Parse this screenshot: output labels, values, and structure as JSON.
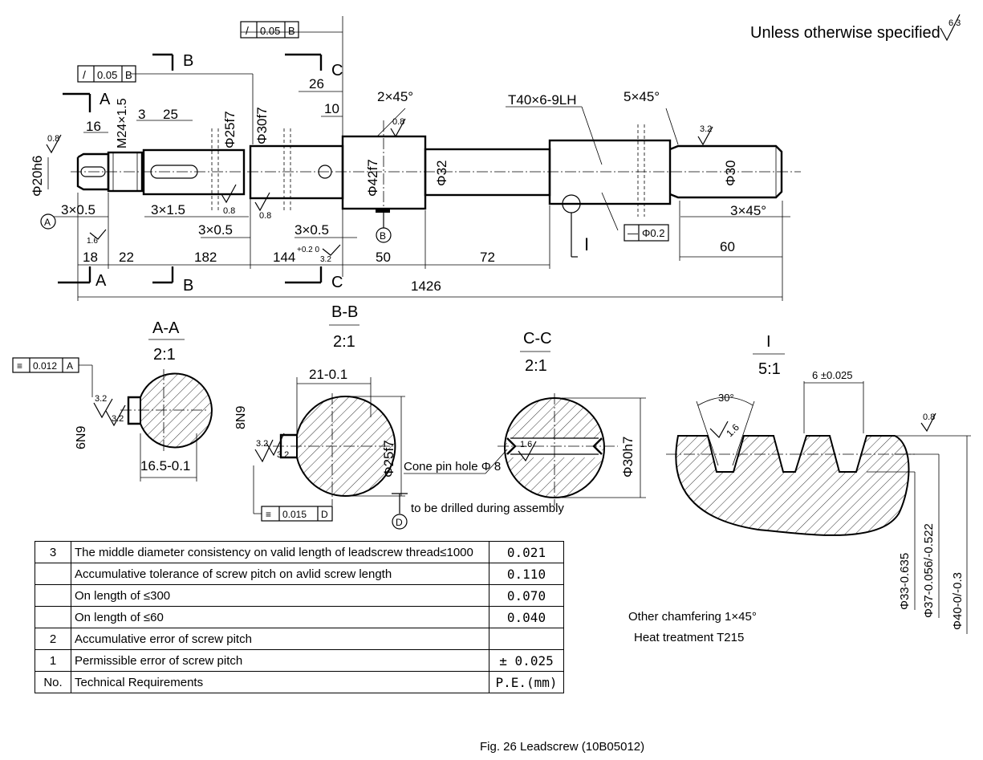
{
  "header_note": "Unless otherwise specified",
  "header_roughness": "6.3",
  "caption": "Fig. 26  Leadscrew (10B05012)",
  "main_view": {
    "datum_labels": [
      "A",
      "B"
    ],
    "section_marks": [
      "A",
      "B",
      "C"
    ],
    "detail_mark": "I",
    "tolerance_frames": [
      {
        "symbol": "/",
        "value": "0.05",
        "datum": "B"
      },
      {
        "symbol": "/",
        "value": "0.05",
        "datum": "B"
      },
      {
        "symbol": "—",
        "value": "Φ0.2",
        "datum": ""
      }
    ],
    "dimensions": {
      "d_20h6": "Φ20h6",
      "m24": "M24×1.5",
      "d_25f7": "Φ25f7",
      "d_30f7": "Φ30f7",
      "d_42f7": "Φ42f7",
      "d_32": "Φ32",
      "d_30": "Φ30",
      "thread": "T40×6-9LH",
      "ch_2x45": "2×45°",
      "ch_5x45": "5×45°",
      "ch_3x45": "3×45°",
      "l16": "16",
      "l3": "3",
      "l25": "25",
      "l26": "26",
      "l10": "10",
      "g3x05a": "3×0.5",
      "g3x15": "3×1.5",
      "g3x05b": "3×0.5",
      "g3x05c": "3×0.5",
      "l18": "18",
      "l22": "22",
      "l182": "182",
      "l144": "144",
      "l144_tol": "+0.2\n0",
      "l50": "50",
      "l72": "72",
      "l60": "60",
      "l1426": "1426"
    },
    "roughness": [
      "0.8",
      "0.8",
      "0.8",
      "0.8",
      "1.6",
      "3.2",
      "3.2"
    ]
  },
  "sections": [
    {
      "title": "A-A",
      "scale": "2:1",
      "key": "6N9",
      "depth": "16.5-0.1",
      "frame": "0.012",
      "datum": "A",
      "ra": [
        "3.2",
        "3.2"
      ]
    },
    {
      "title": "B-B",
      "scale": "2:1",
      "key": "8N9",
      "depth": "21-0.1",
      "dia": "Φ25f7",
      "frame": "0.015",
      "datum": "D",
      "ra": [
        "3.2",
        "3.2"
      ]
    },
    {
      "title": "C-C",
      "scale": "2:1",
      "dia": "Φ30h7",
      "pin": "Cone pin hole Φ 8",
      "pin_note": "to be drilled during assembly",
      "datum": "D",
      "ra": [
        "1.6"
      ]
    },
    {
      "title": "I",
      "scale": "5:1",
      "angle": "30°",
      "pitch": "6 ±0.025",
      "ra": [
        "1.6",
        "0.8"
      ],
      "diameters": [
        "Φ33-0.635",
        "Φ37-0.056/-0.522",
        "Φ40-0/-0.3"
      ]
    }
  ],
  "notes": [
    "Other chamfering 1×45°",
    "Heat treatment T215"
  ],
  "requirements_table": {
    "header": {
      "no": "No.",
      "desc": "Technical Requirements",
      "value": "P.E.(mm)"
    },
    "rows": [
      {
        "no": "3",
        "desc": "The middle diameter consistency on valid length of leadscrew thread≤1000",
        "value": "0.021"
      },
      {
        "no": "",
        "desc": "Accumulative tolerance of screw pitch on avlid screw length",
        "value": "0.110"
      },
      {
        "no": "",
        "desc": "On length of  ≤300",
        "value": "0.070"
      },
      {
        "no": "",
        "desc": "On length of  ≤60",
        "value": "0.040"
      },
      {
        "no": "2",
        "desc": "Accumulative error of screw pitch",
        "value": ""
      },
      {
        "no": "1",
        "desc": "Permissible error of screw pitch",
        "value": "± 0.025"
      }
    ]
  }
}
